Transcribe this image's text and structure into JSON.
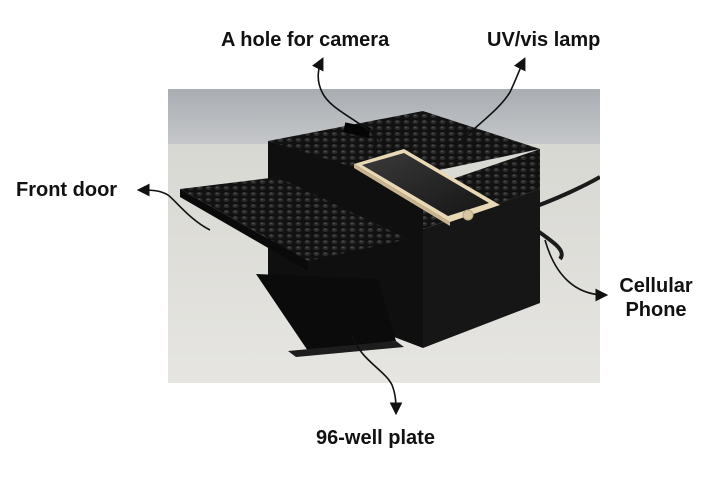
{
  "labels": {
    "camera_hole": "A hole for camera",
    "lamp": "UV/vis lamp",
    "front_door": "Front door",
    "phone_line1": "Cellular",
    "phone_line2": "Phone",
    "plate": "96-well plate"
  },
  "colors": {
    "background": "#ffffff",
    "lego_black": "#141414",
    "table": "#dcdcd6",
    "wall": "#b9bcc0"
  },
  "icons": [
    "curved-arrow",
    "lego-studs"
  ]
}
